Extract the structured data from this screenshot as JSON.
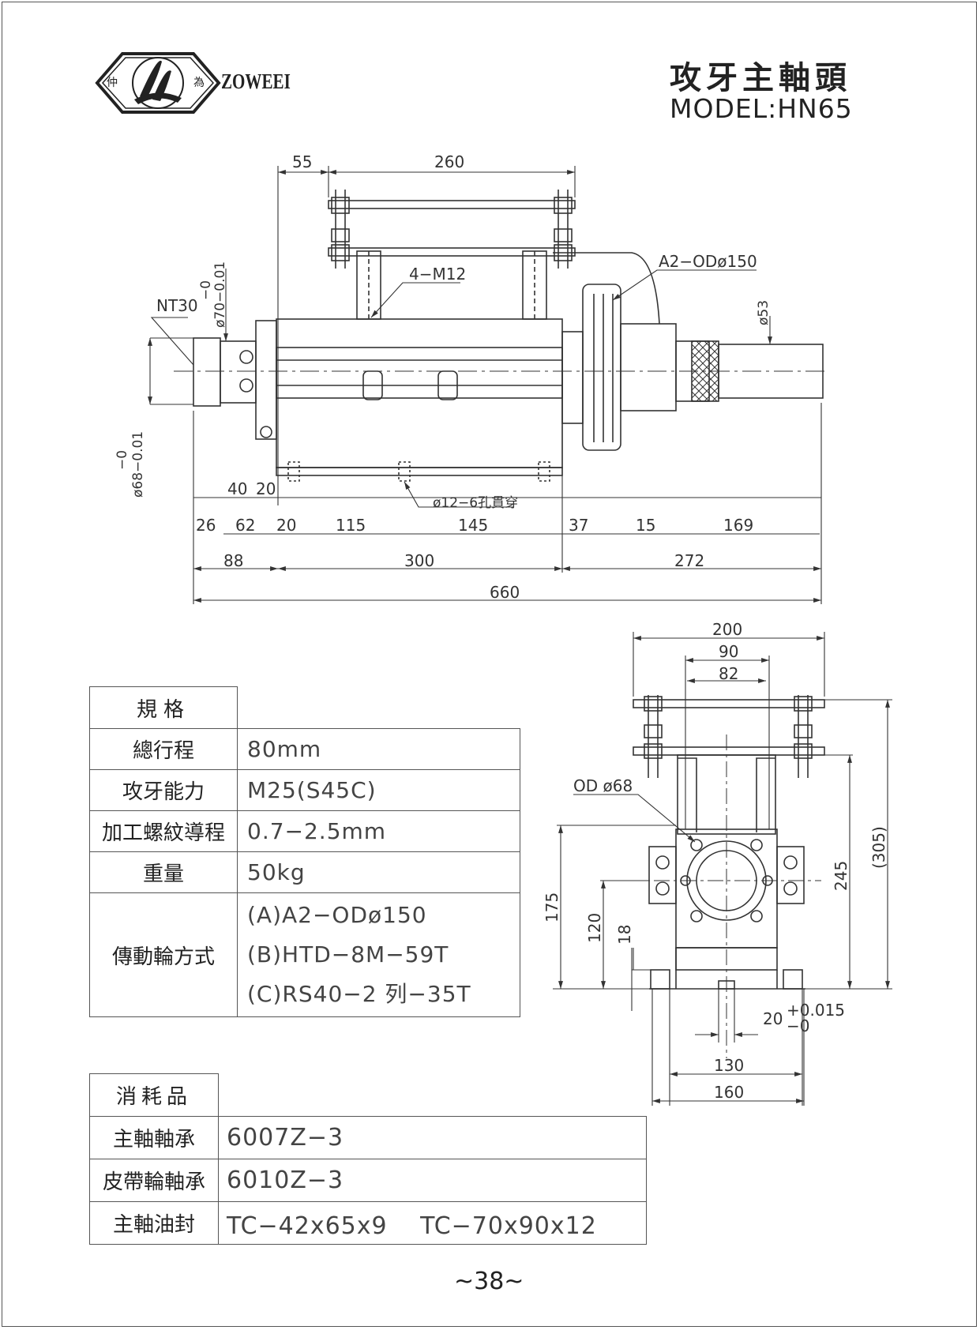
{
  "brand": {
    "logo_char_left": "仲",
    "logo_char_right": "為",
    "name": "ZOWEEI"
  },
  "title": {
    "chinese": "攻牙主軸頭",
    "model": "MODEL:HN65"
  },
  "drawing_labels": {
    "top_55": "55",
    "top_260": "260",
    "thread": "4−M12",
    "pulley": "A2−ODø150",
    "nt30": "NT30",
    "d70": "ø70−0.01",
    "d70_sup": "−0",
    "d53": "ø53",
    "d68": "ø68−0.01",
    "d68_sup": "−0",
    "d40": "40",
    "d20a": "20",
    "holes": "ø12−6孔貫穿",
    "r26": "26",
    "r62": "62",
    "r20": "20",
    "r115": "115",
    "r145": "145",
    "r37": "37",
    "r15": "15",
    "r169": "169",
    "r88": "88",
    "r300": "300",
    "r272": "272",
    "r660": "660",
    "e200": "200",
    "e90": "90",
    "e82": "82",
    "od68": "OD ø68",
    "e305": "(305)",
    "e245": "245",
    "e175": "175",
    "e120": "120",
    "e18": "18",
    "e20": "20",
    "e20tol_up": "+0.015",
    "e20tol_dn": "−0",
    "e130": "130",
    "e160": "160"
  },
  "specs": {
    "header": "規格",
    "rows": [
      {
        "label": "總行程",
        "value": "80mm"
      },
      {
        "label": "攻牙能力",
        "value": "M25(S45C)"
      },
      {
        "label": "加工螺紋導程",
        "value": "0.7−2.5mm"
      },
      {
        "label": "重量",
        "value": "50kg"
      }
    ],
    "drive_label": "傳動輪方式",
    "drive_options": [
      "(A)A2−ODø150",
      "(B)HTD−8M−59T",
      "(C)RS40−2 列−35T"
    ]
  },
  "consumables": {
    "header": "消耗品",
    "rows": [
      {
        "label": "主軸軸承",
        "value": "6007Z−3"
      },
      {
        "label": "皮帶輪軸承",
        "value": "6010Z−3"
      },
      {
        "label": "主軸油封",
        "value": "TC−42x65x9　 TC−70x90x12"
      }
    ]
  },
  "page_number": "~38~"
}
